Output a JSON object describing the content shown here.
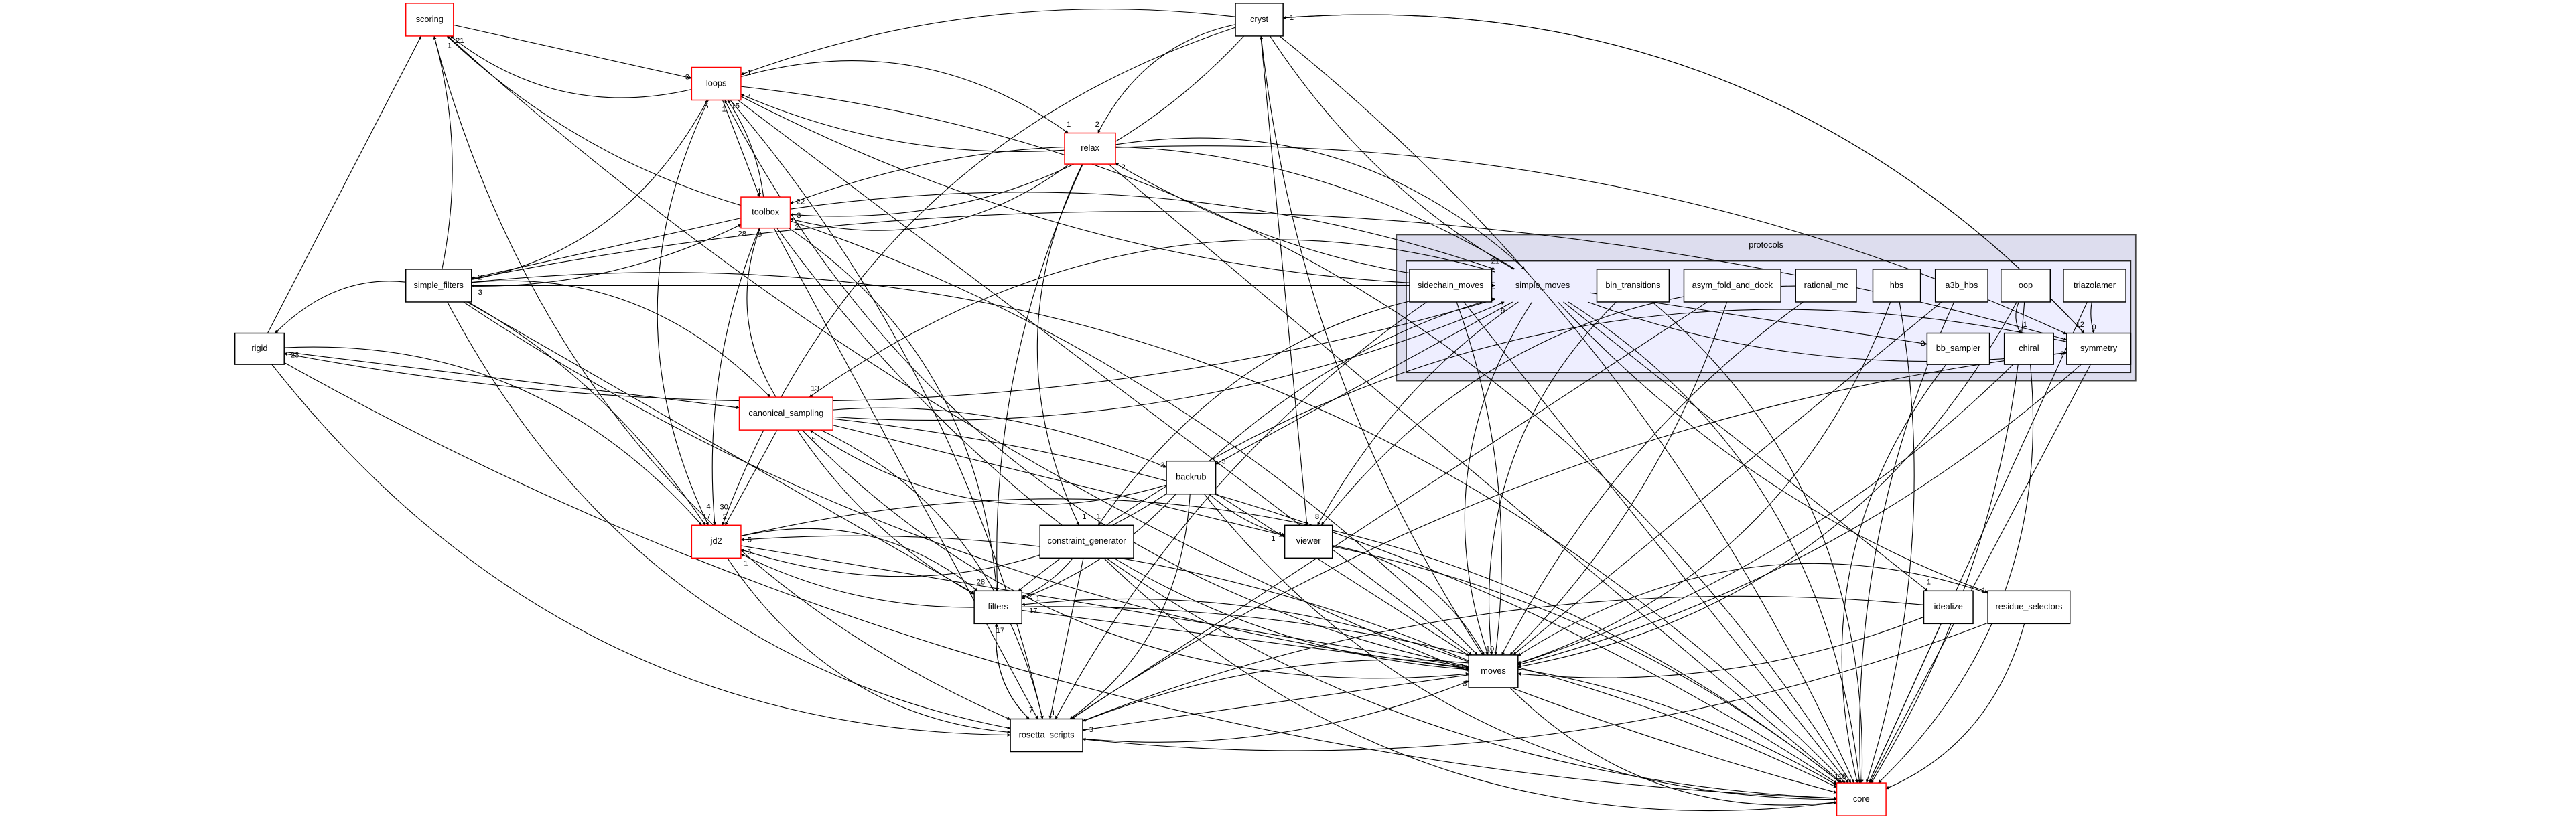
{
  "colors": {
    "highlight_border": "#ff0000",
    "normal_border": "#000000",
    "cluster_outer": "#ddddee",
    "cluster_inner": "#eeeeff"
  },
  "cluster": {
    "title": "protocols"
  },
  "nodes": [
    {
      "id": "scoring",
      "label": "scoring",
      "highlight": true
    },
    {
      "id": "cryst",
      "label": "cryst",
      "highlight": false
    },
    {
      "id": "loops",
      "label": "loops",
      "highlight": true
    },
    {
      "id": "relax",
      "label": "relax",
      "highlight": true
    },
    {
      "id": "toolbox",
      "label": "toolbox",
      "highlight": true
    },
    {
      "id": "simple_filters",
      "label": "simple_filters",
      "highlight": false
    },
    {
      "id": "rigid",
      "label": "rigid",
      "highlight": false
    },
    {
      "id": "canonical_sampling",
      "label": "canonical_sampling",
      "highlight": true
    },
    {
      "id": "backrub",
      "label": "backrub",
      "highlight": false
    },
    {
      "id": "jd2",
      "label": "jd2",
      "highlight": true
    },
    {
      "id": "constraint_generator",
      "label": "constraint_generator",
      "highlight": false
    },
    {
      "id": "viewer",
      "label": "viewer",
      "highlight": false
    },
    {
      "id": "filters",
      "label": "filters",
      "highlight": false
    },
    {
      "id": "idealize",
      "label": "idealize",
      "highlight": false
    },
    {
      "id": "residue_selectors",
      "label": "residue_selectors",
      "highlight": false
    },
    {
      "id": "moves",
      "label": "moves",
      "highlight": false
    },
    {
      "id": "rosetta_scripts",
      "label": "rosetta_scripts",
      "highlight": false
    },
    {
      "id": "core",
      "label": "core",
      "highlight": true
    },
    {
      "id": "sidechain_moves",
      "label": "sidechain_moves",
      "highlight": false
    },
    {
      "id": "simple_moves",
      "label": "simple_moves",
      "highlight": false,
      "boxless": true
    },
    {
      "id": "bin_transitions",
      "label": "bin_transitions",
      "highlight": false
    },
    {
      "id": "asym_fold_and_dock",
      "label": "asym_fold_and_dock",
      "highlight": false
    },
    {
      "id": "rational_mc",
      "label": "rational_mc",
      "highlight": false
    },
    {
      "id": "hbs",
      "label": "hbs",
      "highlight": false
    },
    {
      "id": "a3b_hbs",
      "label": "a3b_hbs",
      "highlight": false
    },
    {
      "id": "oop",
      "label": "oop",
      "highlight": false
    },
    {
      "id": "triazolamer",
      "label": "triazolamer",
      "highlight": false
    },
    {
      "id": "bb_sampler",
      "label": "bb_sampler",
      "highlight": false
    },
    {
      "id": "chiral",
      "label": "chiral",
      "highlight": false
    },
    {
      "id": "symmetry",
      "label": "symmetry",
      "highlight": false
    }
  ],
  "edges": [
    {
      "from": "loops",
      "to": "scoring",
      "label": "21"
    },
    {
      "from": "toolbox",
      "to": "scoring",
      "label": "1"
    },
    {
      "from": "scoring",
      "to": "loops",
      "label": "3"
    },
    {
      "from": "cryst",
      "to": "loops",
      "label": "1"
    },
    {
      "from": "cryst",
      "to": "relax",
      "label": "2"
    },
    {
      "from": "cryst",
      "to": "toolbox",
      "label": "3"
    },
    {
      "from": "cryst",
      "to": "core",
      "label": ""
    },
    {
      "from": "cryst",
      "to": "viewer",
      "label": ""
    },
    {
      "from": "cryst",
      "to": "simple_moves",
      "label": ""
    },
    {
      "from": "cryst",
      "to": "jd2",
      "label": ""
    },
    {
      "from": "loops",
      "to": "relax",
      "label": "1"
    },
    {
      "from": "relax",
      "to": "loops",
      "label": "4"
    },
    {
      "from": "loops",
      "to": "toolbox",
      "label": "1"
    },
    {
      "from": "toolbox",
      "to": "loops",
      "label": "15"
    },
    {
      "from": "simple_filters",
      "to": "loops",
      "label": "5"
    },
    {
      "from": "relax",
      "to": "toolbox",
      "label": "2"
    },
    {
      "from": "relax",
      "to": "symmetry",
      "label": ""
    },
    {
      "from": "relax",
      "to": "core",
      "label": ""
    },
    {
      "from": "relax",
      "to": "filters",
      "label": ""
    },
    {
      "from": "relax",
      "to": "constraint_generator",
      "label": "1"
    },
    {
      "from": "relax",
      "to": "simple_moves",
      "label": ""
    },
    {
      "from": "simple_moves",
      "to": "relax",
      "label": "2"
    },
    {
      "from": "toolbox",
      "to": "simple_filters",
      "label": "2"
    },
    {
      "from": "simple_filters",
      "to": "toolbox",
      "label": "28"
    },
    {
      "from": "simple_moves",
      "to": "toolbox",
      "label": "22"
    },
    {
      "from": "canonical_sampling",
      "to": "toolbox",
      "label": "9"
    },
    {
      "from": "toolbox",
      "to": "simple_moves",
      "label": "21"
    },
    {
      "from": "simple_moves",
      "to": "simple_filters",
      "label": "3"
    },
    {
      "from": "simple_filters",
      "to": "scoring",
      "label": ""
    },
    {
      "from": "simple_filters",
      "to": "rigid",
      "label": ""
    },
    {
      "from": "simple_filters",
      "to": "canonical_sampling",
      "label": ""
    },
    {
      "from": "simple_filters",
      "to": "jd2",
      "label": ""
    },
    {
      "from": "simple_filters",
      "to": "filters",
      "label": ""
    },
    {
      "from": "simple_filters",
      "to": "moves",
      "label": ""
    },
    {
      "from": "simple_filters",
      "to": "rosetta_scripts",
      "label": ""
    },
    {
      "from": "simple_filters",
      "to": "core",
      "label": ""
    },
    {
      "from": "simple_filters",
      "to": "symmetry",
      "label": ""
    },
    {
      "from": "rigid",
      "to": "scoring",
      "label": ""
    },
    {
      "from": "rigid",
      "to": "core",
      "label": ""
    },
    {
      "from": "rigid",
      "to": "rosetta_scripts",
      "label": ""
    },
    {
      "from": "rigid",
      "to": "jd2",
      "label": "17"
    },
    {
      "from": "simple_moves",
      "to": "rigid",
      "label": "23"
    },
    {
      "from": "rigid",
      "to": "canonical_sampling",
      "label": ""
    },
    {
      "from": "canonical_sampling",
      "to": "simple_moves",
      "label": "9"
    },
    {
      "from": "simple_moves",
      "to": "canonical_sampling",
      "label": "13"
    },
    {
      "from": "backrub",
      "to": "canonical_sampling",
      "label": "5"
    },
    {
      "from": "canonical_sampling",
      "to": "backrub",
      "label": "3"
    },
    {
      "from": "canonical_sampling",
      "to": "jd2",
      "label": "2"
    },
    {
      "from": "canonical_sampling",
      "to": "filters",
      "label": ""
    },
    {
      "from": "canonical_sampling",
      "to": "moves",
      "label": ""
    },
    {
      "from": "canonical_sampling",
      "to": "rosetta_scripts",
      "label": ""
    },
    {
      "from": "canonical_sampling",
      "to": "core",
      "label": ""
    },
    {
      "from": "canonical_sampling",
      "to": "viewer",
      "label": "1"
    },
    {
      "from": "toolbox",
      "to": "jd2",
      "label": "30"
    },
    {
      "from": "loops",
      "to": "jd2",
      "label": "4"
    },
    {
      "from": "backrub",
      "to": "jd2",
      "label": "6"
    },
    {
      "from": "backrub",
      "to": "filters",
      "label": "2"
    },
    {
      "from": "backrub",
      "to": "moves",
      "label": ""
    },
    {
      "from": "backrub",
      "to": "viewer",
      "label": "1"
    },
    {
      "from": "backrub",
      "to": "core",
      "label": ""
    },
    {
      "from": "backrub",
      "to": "rosetta_scripts",
      "label": ""
    },
    {
      "from": "backrub",
      "to": "simple_moves",
      "label": ""
    },
    {
      "from": "simple_moves",
      "to": "backrub",
      "label": "3"
    },
    {
      "from": "simple_moves",
      "to": "viewer",
      "label": "8"
    },
    {
      "from": "simple_moves",
      "to": "constraint_generator",
      "label": "1"
    },
    {
      "from": "jd2",
      "to": "filters",
      "label": "28"
    },
    {
      "from": "filters",
      "to": "jd2",
      "label": "1"
    },
    {
      "from": "jd2",
      "to": "moves",
      "label": ""
    },
    {
      "from": "moves",
      "to": "jd2",
      "label": "5"
    },
    {
      "from": "jd2",
      "to": "rosetta_scripts",
      "label": ""
    },
    {
      "from": "jd2",
      "to": "core",
      "label": ""
    },
    {
      "from": "constraint_generator",
      "to": "filters",
      "label": "1"
    },
    {
      "from": "constraint_generator",
      "to": "rosetta_scripts",
      "label": "1"
    },
    {
      "from": "constraint_generator",
      "to": "moves",
      "label": ""
    },
    {
      "from": "constraint_generator",
      "to": "core",
      "label": ""
    },
    {
      "from": "viewer",
      "to": "moves",
      "label": ""
    },
    {
      "from": "viewer",
      "to": "core",
      "label": ""
    },
    {
      "from": "filters",
      "to": "moves",
      "label": "11"
    },
    {
      "from": "moves",
      "to": "filters",
      "label": "17"
    },
    {
      "from": "filters",
      "to": "rosetta_scripts",
      "label": "7"
    },
    {
      "from": "rosetta_scripts",
      "to": "filters",
      "label": "17"
    },
    {
      "from": "filters",
      "to": "core",
      "label": ""
    },
    {
      "from": "moves",
      "to": "rosetta_scripts",
      "label": "3"
    },
    {
      "from": "rosetta_scripts",
      "to": "moves",
      "label": "3"
    },
    {
      "from": "moves",
      "to": "core",
      "label": ""
    },
    {
      "from": "rosetta_scripts",
      "to": "core",
      "label": "118"
    },
    {
      "from": "idealize",
      "to": "moves",
      "label": ""
    },
    {
      "from": "idealize",
      "to": "core",
      "label": ""
    },
    {
      "from": "idealize",
      "to": "rosetta_scripts",
      "label": ""
    },
    {
      "from": "residue_selectors",
      "to": "moves",
      "label": ""
    },
    {
      "from": "residue_selectors",
      "to": "core",
      "label": ""
    },
    {
      "from": "residue_selectors",
      "to": "rosetta_scripts",
      "label": ""
    },
    {
      "from": "simple_moves",
      "to": "idealize",
      "label": "1"
    },
    {
      "from": "simple_moves",
      "to": "residue_selectors",
      "label": "1"
    },
    {
      "from": "simple_moves",
      "to": "moves",
      "label": "10"
    },
    {
      "from": "simple_moves",
      "to": "core",
      "label": ""
    },
    {
      "from": "sidechain_moves",
      "to": "moves",
      "label": ""
    },
    {
      "from": "sidechain_moves",
      "to": "core",
      "label": ""
    },
    {
      "from": "sidechain_moves",
      "to": "rosetta_scripts",
      "label": ""
    },
    {
      "from": "bin_transitions",
      "to": "moves",
      "label": ""
    },
    {
      "from": "bin_transitions",
      "to": "core",
      "label": ""
    },
    {
      "from": "asym_fold_and_dock",
      "to": "moves",
      "label": ""
    },
    {
      "from": "asym_fold_and_dock",
      "to": "rosetta_scripts",
      "label": ""
    },
    {
      "from": "rational_mc",
      "to": "moves",
      "label": ""
    },
    {
      "from": "rational_mc",
      "to": "viewer",
      "label": ""
    },
    {
      "from": "hbs",
      "to": "moves",
      "label": ""
    },
    {
      "from": "hbs",
      "to": "core",
      "label": ""
    },
    {
      "from": "a3b_hbs",
      "to": "moves",
      "label": ""
    },
    {
      "from": "a3b_hbs",
      "to": "core",
      "label": ""
    },
    {
      "from": "oop",
      "to": "chiral",
      "label": "1"
    },
    {
      "from": "oop",
      "to": "moves",
      "label": ""
    },
    {
      "from": "oop",
      "to": "core",
      "label": ""
    },
    {
      "from": "triazolamer",
      "to": "core",
      "label": ""
    },
    {
      "from": "triazolamer",
      "to": "symmetry",
      "label": "9"
    },
    {
      "from": "bb_sampler",
      "to": "core",
      "label": ""
    },
    {
      "from": "chiral",
      "to": "core",
      "label": ""
    },
    {
      "from": "chiral",
      "to": "moves",
      "label": ""
    },
    {
      "from": "simple_moves",
      "to": "bb_sampler",
      "label": "2"
    },
    {
      "from": "simple_moves",
      "to": "symmetry",
      "label": "2"
    },
    {
      "from": "symmetry",
      "to": "cryst",
      "label": "1"
    },
    {
      "from": "cryst",
      "to": "symmetry",
      "label": "12"
    },
    {
      "from": "symmetry",
      "to": "moves",
      "label": ""
    },
    {
      "from": "symmetry",
      "to": "core",
      "label": ""
    },
    {
      "from": "symmetry",
      "to": "rosetta_scripts",
      "label": ""
    },
    {
      "from": "symmetry",
      "to": "filters",
      "label": ""
    },
    {
      "from": "loops",
      "to": "core",
      "label": ""
    },
    {
      "from": "loops",
      "to": "rosetta_scripts",
      "label": ""
    },
    {
      "from": "loops",
      "to": "moves",
      "label": ""
    },
    {
      "from": "loops",
      "to": "simple_moves",
      "label": ""
    },
    {
      "from": "toolbox",
      "to": "core",
      "label": ""
    },
    {
      "from": "toolbox",
      "to": "filters",
      "label": ""
    },
    {
      "from": "toolbox",
      "to": "moves",
      "label": ""
    },
    {
      "from": "toolbox",
      "to": "rosetta_scripts",
      "label": ""
    },
    {
      "from": "scoring",
      "to": "core",
      "label": ""
    },
    {
      "from": "scoring",
      "to": "rosetta_scripts",
      "label": ""
    },
    {
      "from": "moves",
      "to": "loops",
      "label": "1"
    },
    {
      "from": "moves",
      "to": "cryst",
      "label": ""
    }
  ]
}
